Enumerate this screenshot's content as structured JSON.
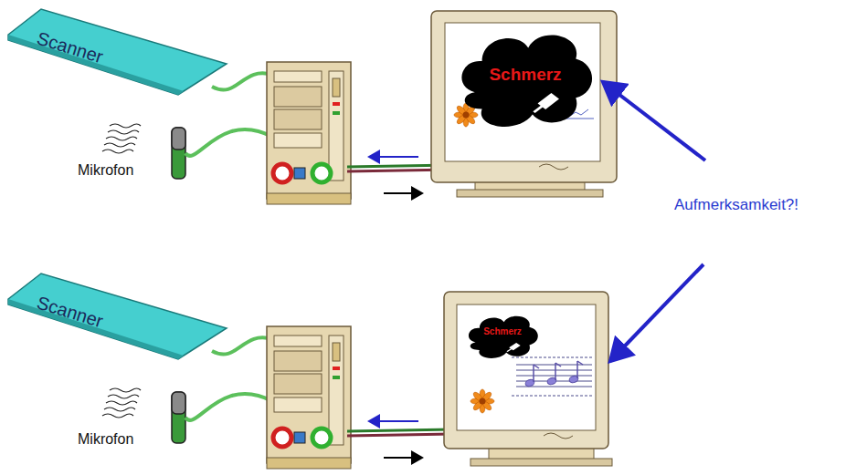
{
  "diagram": {
    "nodes": [
      {
        "text": [
          "Scanner"
        ]
      },
      {
        "text": [
          "Schmerz"
        ]
      },
      {
        "text": [
          "Scanner"
        ]
      },
      {
        "text": [
          "Schmerz"
        ]
      }
    ],
    "labels": [
      "Mikrofon",
      "Aufmerksamkeit?!",
      "Mikrofon"
    ]
  }
}
